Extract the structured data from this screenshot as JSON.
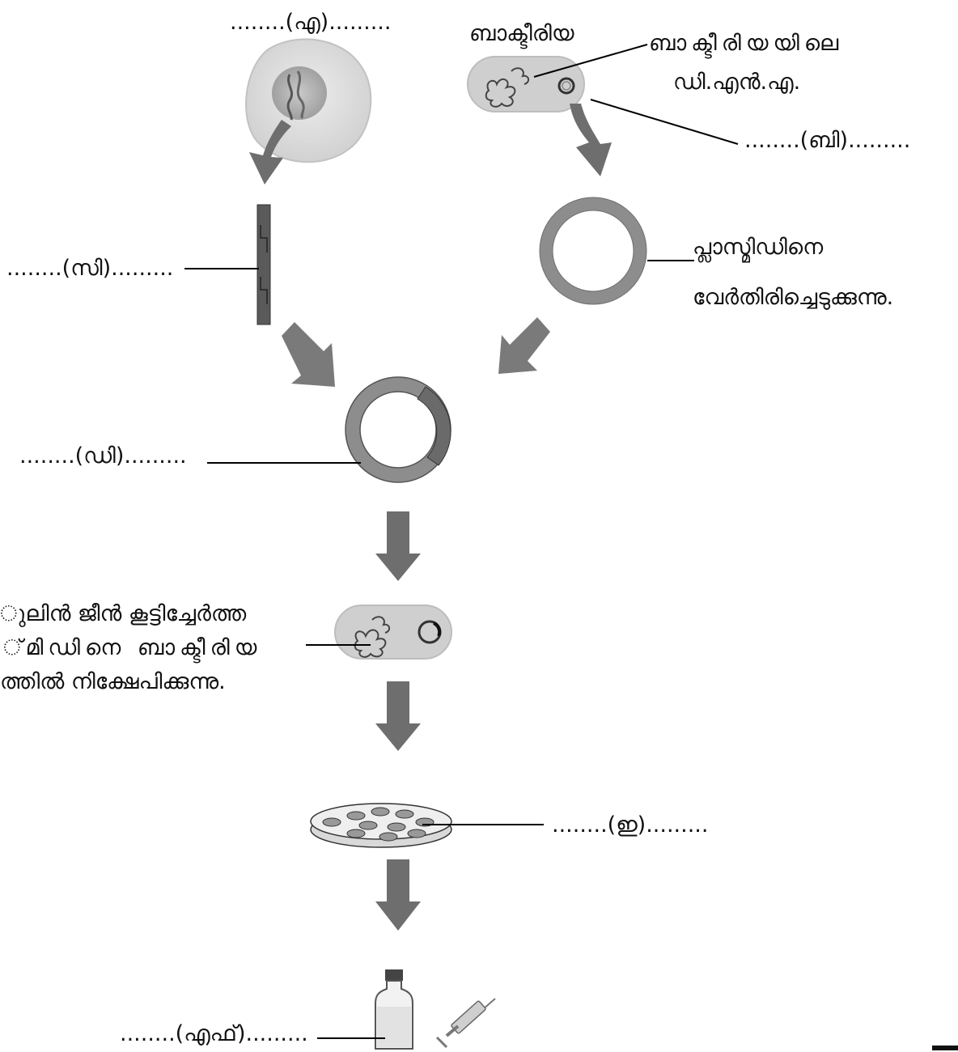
{
  "labels": {
    "a": "........(എ).........",
    "bacteria": "ബാക്ടീരിയ",
    "bacteria_dna_line1": "ബാക്ടീരിയയിലെ",
    "bacteria_dna_line2": "ഡി.എൻ.എ.",
    "b": "........(ബി).........",
    "plasmid_line1": "പ്ലാസ്മിഡിനെ",
    "plasmid_line2": "വേർതിരിച്ചെടുക്കുന്നു.",
    "c": "........(സി).........",
    "d": "........(ഡി).........",
    "insert_line1": "ുലിൻ ജീൻ കൂട്ടിച്ചേർത്ത",
    "insert_line2": "്മിഡിനെ ബാക്ടീരിയ",
    "insert_line3": "ത്തിൽ നിക്ഷേപിക്കുന്നു.",
    "e": "........(ഇ).........",
    "f": "........(എഫ്)........."
  },
  "colors": {
    "arrow": "#6e6e6e",
    "plasmid_ring": "#8d8d8d",
    "gene_segment": "#555555",
    "cell_fill": "#d6d6d6",
    "bacteria_fill": "#cfcfcf",
    "line": "#000000"
  }
}
